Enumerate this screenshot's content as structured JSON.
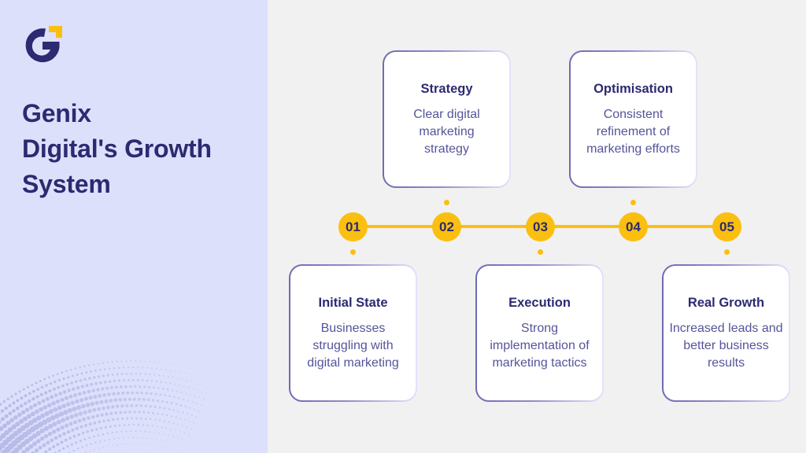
{
  "brand": {
    "logo_icon": "genix-g-logo-icon",
    "colors": {
      "navy": "#2c2a70",
      "yellow": "#fbbf10",
      "panel_bg": "#dde0fb",
      "page_bg": "#f1f1f1",
      "card_text": "#55549a"
    }
  },
  "title": {
    "line1": "Genix",
    "line2": "Digital's Growth",
    "line3": "System"
  },
  "steps": [
    {
      "number": "01",
      "title": "Initial State",
      "description": "Businesses struggling with digital marketing",
      "position": "below"
    },
    {
      "number": "02",
      "title": "Strategy",
      "description": "Clear digital marketing strategy",
      "position": "above"
    },
    {
      "number": "03",
      "title": "Execution",
      "description": "Strong implementation of marketing tactics",
      "position": "below"
    },
    {
      "number": "04",
      "title": "Optimisation",
      "description": "Consistent refinement of marketing efforts",
      "position": "above"
    },
    {
      "number": "05",
      "title": "Real Growth",
      "description": "Increased leads and better business results",
      "position": "below"
    }
  ]
}
